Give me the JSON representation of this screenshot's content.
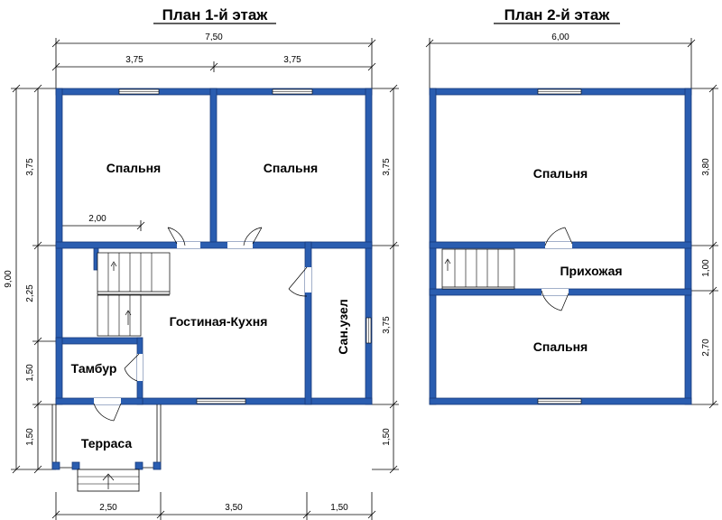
{
  "floor1": {
    "title": "План 1-й этаж",
    "rooms": {
      "bedroom_left": "Спальня",
      "bedroom_right": "Спальня",
      "living_kitchen": "Гостиная-Кухня",
      "bathroom": "Сан.узел",
      "vestibule": "Тамбур",
      "terrace": "Терраса"
    },
    "dims": {
      "total_width": "7,50",
      "left_half": "3,75",
      "right_half": "3,75",
      "total_height": "9,00",
      "left_top": "3,75",
      "left_mid": "2,25",
      "left_tambur": "1,50",
      "left_terrace": "1,50",
      "right_top": "3,75",
      "right_bottom": "3,75",
      "right_terrace": "1,50",
      "inner_2": "2,00",
      "bottom_terrace": "2,50",
      "bottom_mid": "3,50",
      "bottom_right": "1,50"
    }
  },
  "floor2": {
    "title": "План 2-й этаж",
    "rooms": {
      "bedroom_top": "Спальня",
      "hall": "Прихожая",
      "bedroom_bottom": "Спальня"
    },
    "dims": {
      "total_width": "6,00",
      "top": "3,80",
      "mid": "1,00",
      "bottom": "2,70"
    }
  },
  "colors": {
    "wall": "#2a5db0",
    "background": "#ffffff"
  }
}
